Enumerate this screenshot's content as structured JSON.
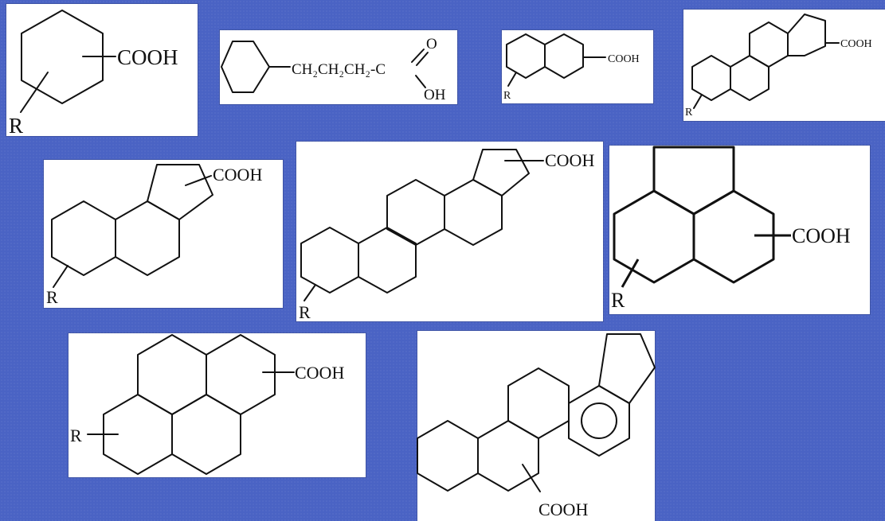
{
  "structures": [
    {
      "id": "monocyclic-acid",
      "group_label": "COOH",
      "substituent_label": "R"
    },
    {
      "id": "cyclohexylbutanoic-acid",
      "chain_label": "CH₂CH₂CH₂-C",
      "carbonyl_o_label": "O",
      "hydroxyl_label": "OH"
    },
    {
      "id": "bicyclic-acid",
      "group_label": "COOH",
      "substituent_label": "R"
    },
    {
      "id": "tetracyclic-acid",
      "group_label": "COOH",
      "substituent_label": "R"
    },
    {
      "id": "tricyclic-acid",
      "group_label": "COOH",
      "substituent_label": "R"
    },
    {
      "id": "pentacyclic-acid",
      "group_label": "COOH",
      "substituent_label": "R"
    },
    {
      "id": "peri-fused-acid",
      "group_label": "COOH",
      "substituent_label": "R"
    },
    {
      "id": "pyrene-like-acid",
      "group_label": "COOH",
      "substituent_label": "R"
    },
    {
      "id": "aromatic-steroid-acid",
      "group_label": "COOH"
    }
  ]
}
